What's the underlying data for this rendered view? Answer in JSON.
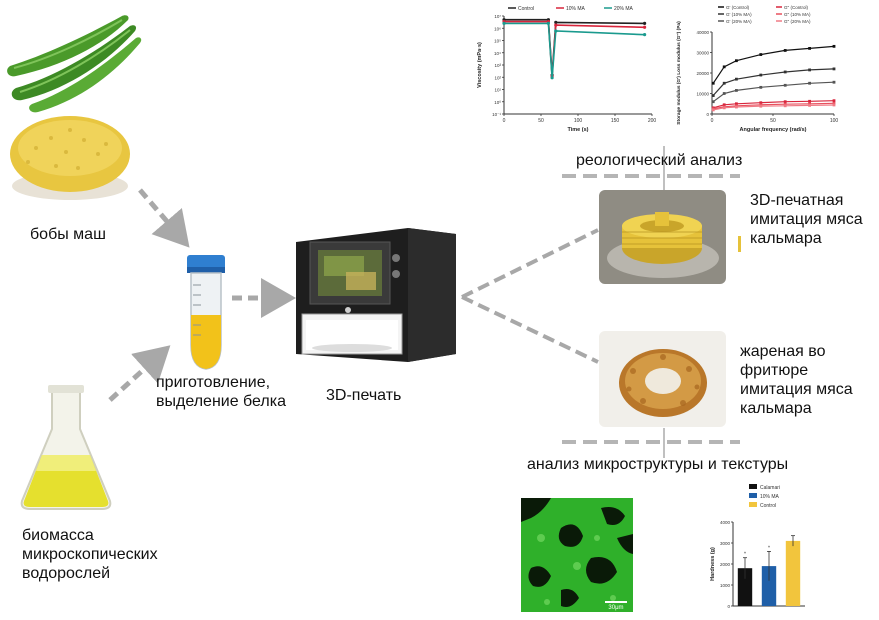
{
  "labels": {
    "mung_beans": "бобы маш",
    "microalgae_biomass": "биомасса микроскопических водорослей",
    "protein_preparation": "приготовление, выделение белка",
    "printing": "3D-печать",
    "rheology": "реологический анализ",
    "printed_squid": "3D-печатная имитация мяса кальмара",
    "fried_squid": "жареная во фритюре имитация мяса кальмара",
    "microstructure_texture": "анализ микроструктуры и текстуры"
  },
  "scale_bar": "30μm",
  "colors": {
    "arrow": "#a8a8a8",
    "bean_yellow": "#e8c640",
    "pod_green": "#4a9a2a",
    "printer_body": "#1e1e1e",
    "micro_green": "#2fb02a",
    "squid_print": "#e6c23a",
    "control": "#f2c53d",
    "ma10": "#1f5fa8",
    "calamari": "#111111"
  },
  "chart_data": [
    {
      "type": "line",
      "xlabel": "Time (s)",
      "ylabel": "Viscosity (mPa·s)",
      "xlim": [
        0,
        200
      ],
      "x_ticks": [
        "0",
        "50",
        "100",
        "150",
        "200"
      ],
      "y_ticks": [
        "10⁻¹",
        "10⁰",
        "10¹",
        "10²",
        "10³",
        "10⁴",
        "10⁵",
        "10⁶",
        "10⁷"
      ],
      "scale": "log",
      "legend": [
        "Control",
        "10% MA",
        "20% MA"
      ],
      "series": [
        {
          "name": "Control",
          "x": [
            0,
            60,
            65,
            70,
            190
          ],
          "y": [
            5000000,
            5000000,
            150,
            3000000,
            2500000
          ]
        },
        {
          "name": "10% MA",
          "x": [
            0,
            60,
            65,
            70,
            190
          ],
          "y": [
            3500000,
            3500000,
            120,
            1800000,
            1200000
          ]
        },
        {
          "name": "20% MA",
          "x": [
            0,
            60,
            65,
            70,
            190
          ],
          "y": [
            2500000,
            2500000,
            90,
            600000,
            300000
          ]
        }
      ]
    },
    {
      "type": "line",
      "xlabel": "Angular frequency (rad/s)",
      "ylabel": "Storage modulus (G') Loss modulus (G'') (Pa)",
      "xlim": [
        0,
        100
      ],
      "ylim": [
        0,
        40000
      ],
      "x_ticks": [
        "0",
        "50",
        "100"
      ],
      "y_ticks": [
        "0",
        "10000",
        "20000",
        "30000",
        "40000"
      ],
      "legend": [
        "G' (Control)",
        "G'' (Control)",
        "G' (10% MA)",
        "G'' (10% MA)",
        "G' (20% MA)",
        "G'' (20% MA)"
      ],
      "series": [
        {
          "name": "G' (Control)",
          "x": [
            1,
            10,
            20,
            40,
            60,
            80,
            100
          ],
          "y": [
            15000,
            23000,
            26000,
            29000,
            31000,
            32000,
            33000
          ]
        },
        {
          "name": "G' (10% MA)",
          "x": [
            1,
            10,
            20,
            40,
            60,
            80,
            100
          ],
          "y": [
            9000,
            15000,
            17000,
            19000,
            20500,
            21500,
            22000
          ]
        },
        {
          "name": "G' (20% MA)",
          "x": [
            1,
            10,
            20,
            40,
            60,
            80,
            100
          ],
          "y": [
            6000,
            10000,
            11500,
            13000,
            14000,
            15000,
            15500
          ]
        },
        {
          "name": "G'' (Control)",
          "x": [
            1,
            10,
            20,
            40,
            60,
            80,
            100
          ],
          "y": [
            3000,
            4500,
            5000,
            5500,
            6000,
            6200,
            6500
          ]
        },
        {
          "name": "G'' (10% MA)",
          "x": [
            1,
            10,
            20,
            40,
            60,
            80,
            100
          ],
          "y": [
            2500,
            3500,
            4000,
            4500,
            4800,
            5000,
            5200
          ]
        },
        {
          "name": "G'' (20% MA)",
          "x": [
            1,
            10,
            20,
            40,
            60,
            80,
            100
          ],
          "y": [
            2000,
            3000,
            3400,
            3800,
            4000,
            4200,
            4400
          ]
        }
      ]
    },
    {
      "type": "bar",
      "ylabel": "Hardness (g)",
      "ylim": [
        0,
        4000
      ],
      "y_ticks": [
        "0",
        "1000",
        "2000",
        "3000",
        "4000"
      ],
      "legend": [
        "Calamari",
        "10% MA",
        "Control"
      ],
      "categories": [
        "Calamari",
        "10% MA",
        "Control"
      ],
      "values": [
        1800,
        1900,
        3100
      ],
      "errors": [
        500,
        700,
        250
      ]
    }
  ]
}
